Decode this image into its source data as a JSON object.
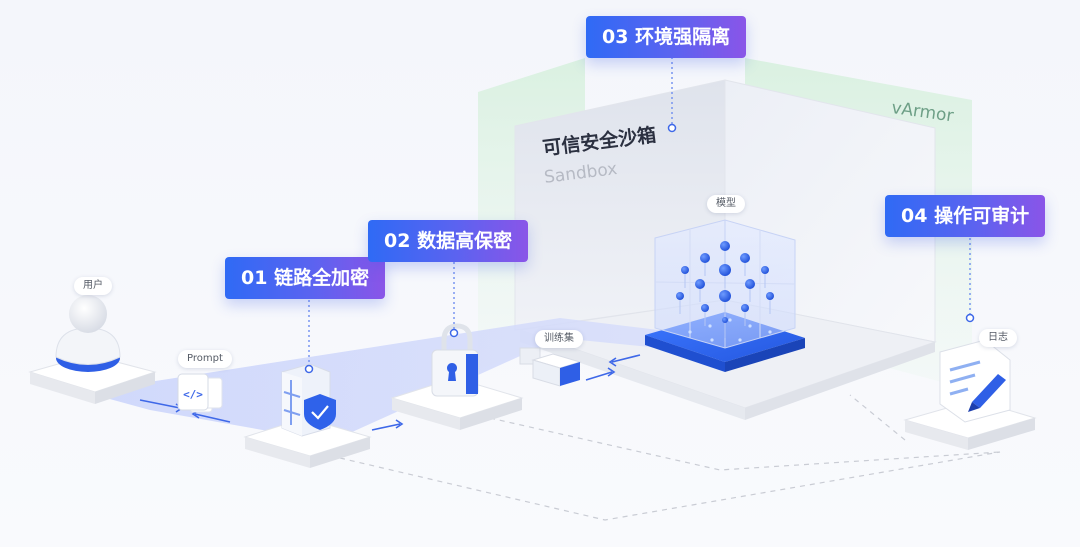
{
  "steps": [
    {
      "number": "01",
      "label": "链路全加密"
    },
    {
      "number": "02",
      "label": "数据高保密"
    },
    {
      "number": "03",
      "label": "环境强隔离"
    },
    {
      "number": "04",
      "label": "操作可审计"
    }
  ],
  "nodes": {
    "user": "用户",
    "prompt": "Prompt",
    "training_set": "训练集",
    "model": "模型",
    "log": "日志"
  },
  "sandbox": {
    "title": "可信安全沙箱",
    "subtitle": "Sandbox",
    "armor": "vArmor"
  },
  "colors": {
    "accent_blue": "#2f6af5",
    "accent_purple": "#8a55e8",
    "armor_green": "#dff2e6",
    "model_blue": "#2e62e8"
  }
}
